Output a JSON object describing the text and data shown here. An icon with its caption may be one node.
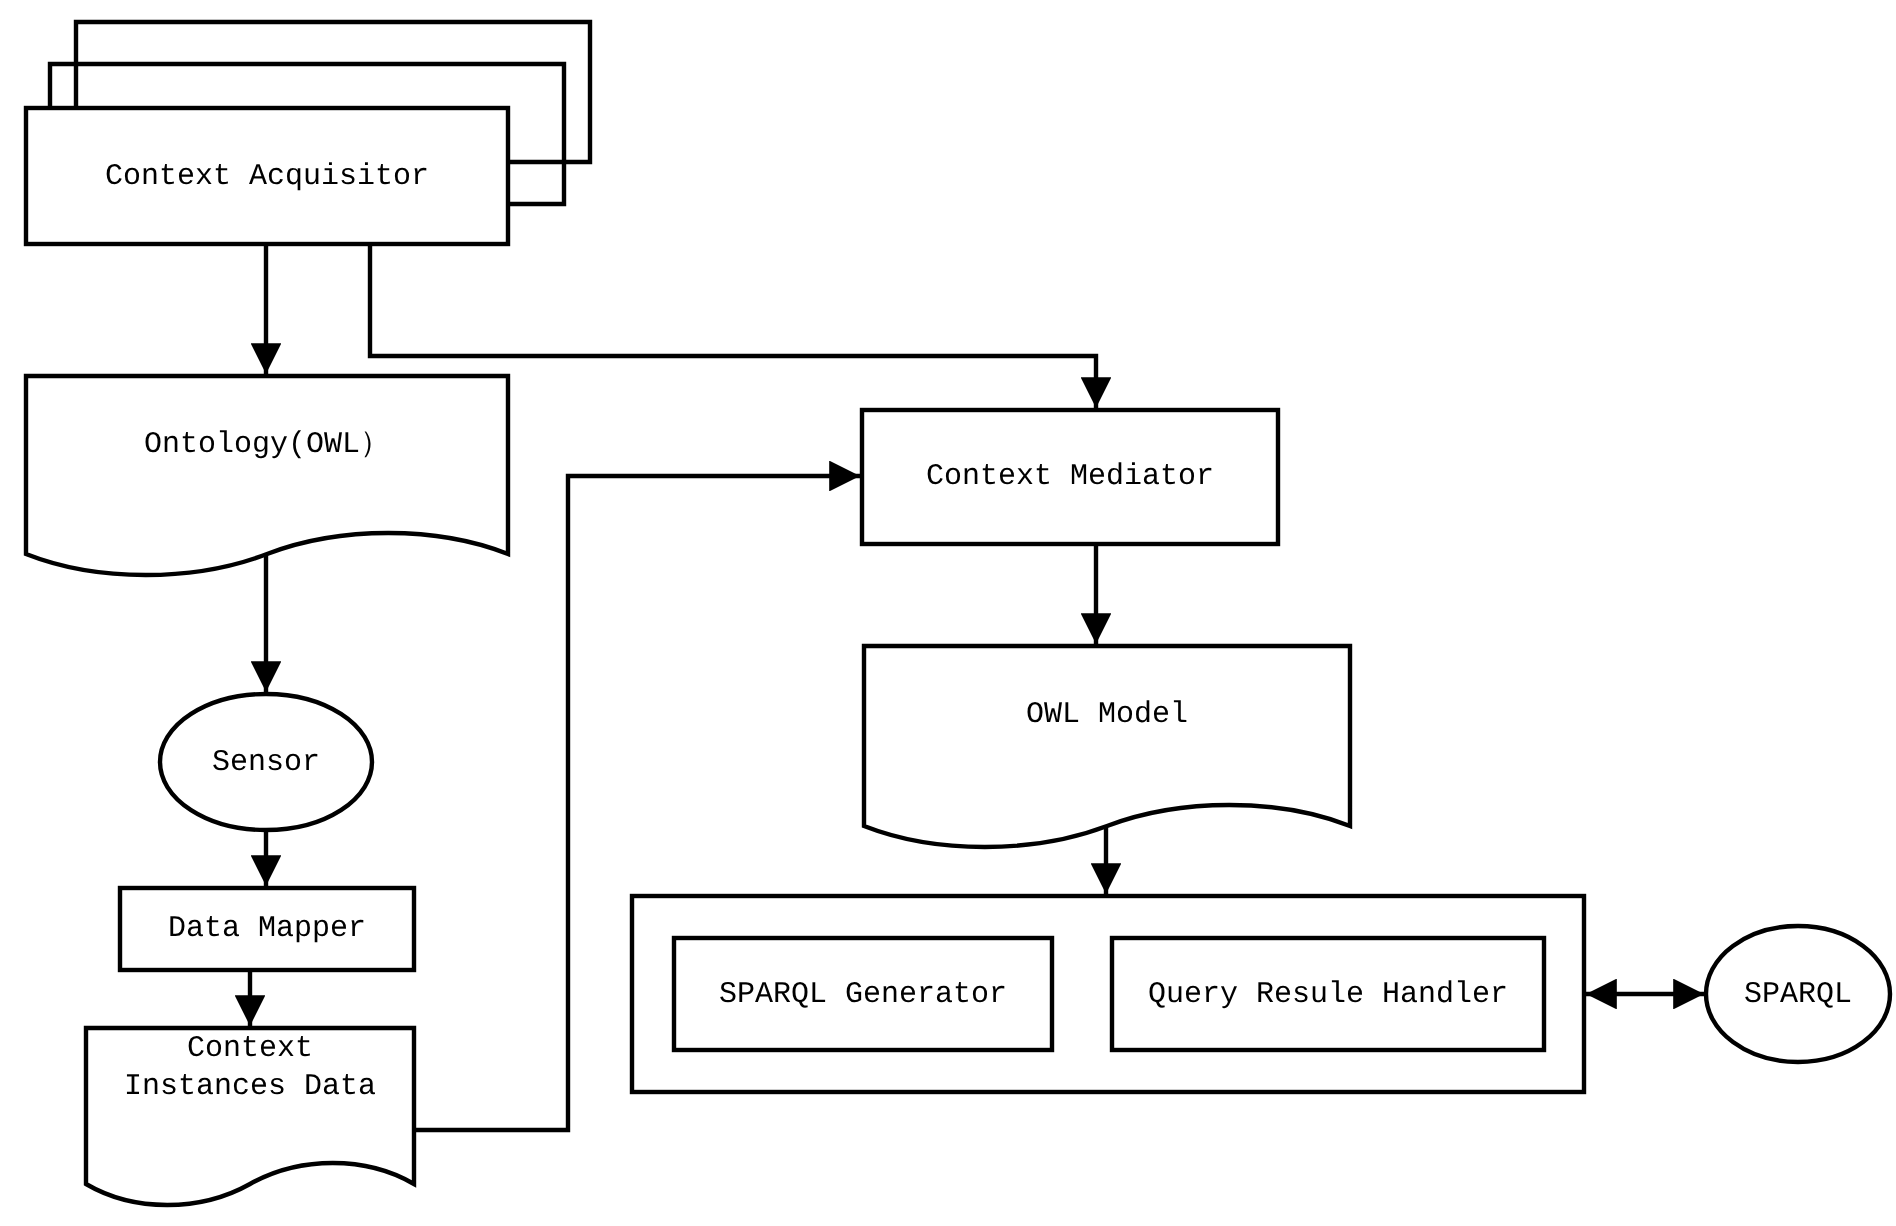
{
  "diagram": {
    "nodes": [
      {
        "text": [
          "Context Acquisitor"
        ]
      },
      {
        "text": [
          "Ontology(OWL）"
        ]
      },
      {
        "text": [
          "Context Mediator"
        ]
      },
      {
        "text": [
          "Sensor"
        ]
      },
      {
        "text": [
          "Data Mapper"
        ]
      },
      {
        "text": [
          "Context Instances Data"
        ]
      },
      {
        "text": [
          "OWL Model"
        ]
      },
      {
        "text": [],
        "shape": "box"
      },
      {
        "text": [
          "SPARQL Generator"
        ],
        "in": 7
      },
      {
        "text": [
          "Query Resule Handler"
        ],
        "in": 7
      },
      {
        "text": [
          "SPARQL"
        ]
      }
    ],
    "edges": [
      {
        "from": 0,
        "to": 1,
        "arrow": "to"
      },
      {
        "from": 0,
        "to": 2,
        "arrow": "to"
      },
      {
        "from": 1,
        "to": 3,
        "arrow": "to"
      },
      {
        "from": 3,
        "to": 4,
        "arrow": "to"
      },
      {
        "from": 4,
        "to": 5,
        "arrow": "to"
      },
      {
        "from": 5,
        "to": 2,
        "arrow": "to"
      },
      {
        "from": 2,
        "to": 6,
        "arrow": "to"
      },
      {
        "from": 6,
        "to": 7,
        "arrow": "to"
      },
      {
        "from": 7,
        "to": 10,
        "arrow": "both"
      }
    ]
  }
}
